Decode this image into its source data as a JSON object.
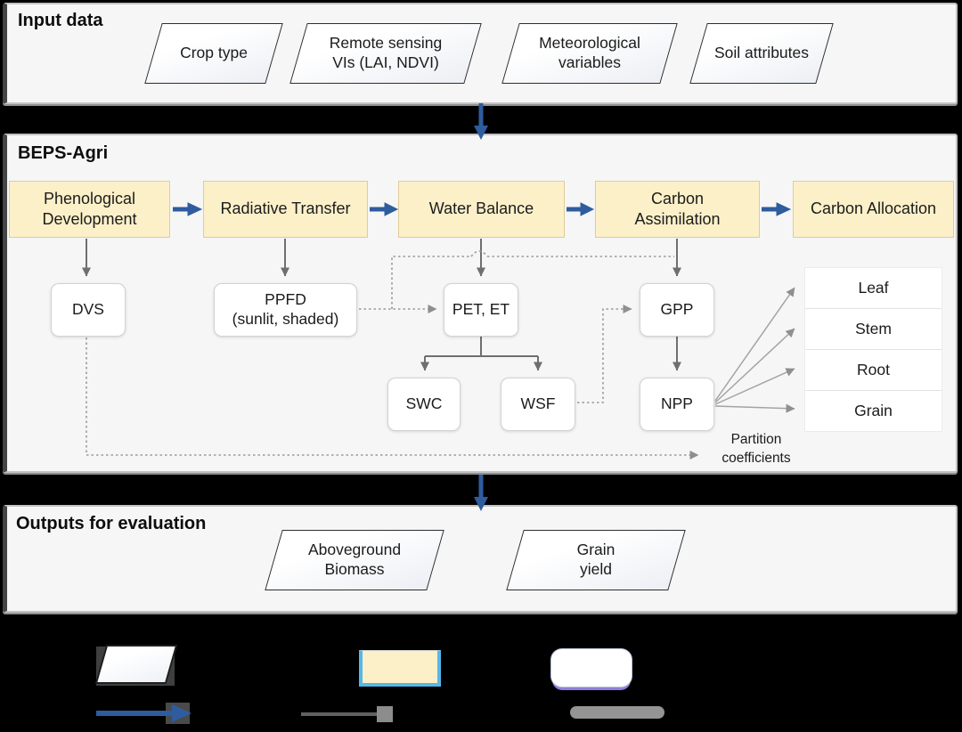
{
  "colors": {
    "accent_blue": "#2e5c9e",
    "module_fill": "#fcf0c9",
    "panel_bg": "#f6f6f6",
    "connector_gray": "#7a7a7a",
    "legend_highlight_blue": "#56b7e9"
  },
  "input_section": {
    "title": "Input data",
    "items": [
      "Crop type",
      "Remote sensing\nVIs (LAI, NDVI)",
      "Meteorological\nvariables",
      "Soil attributes"
    ]
  },
  "beps_section": {
    "title": "BEPS-Agri",
    "modules": [
      "Phenological\nDevelopment",
      "Radiative Transfer",
      "Water Balance",
      "Carbon\nAssimilation",
      "Carbon Allocation"
    ],
    "variables": {
      "dvs": "DVS",
      "ppfd": "PPFD\n(sunlit, shaded)",
      "pet_et": "PET, ET",
      "gpp": "GPP",
      "swc": "SWC",
      "wsf": "WSF",
      "npp": "NPP"
    },
    "pools": [
      "Leaf",
      "Stem",
      "Root",
      "Grain"
    ],
    "partition_note": "Partition\ncoefficients"
  },
  "outputs_section": {
    "title": "Outputs for evaluation",
    "items": [
      "Aboveground\nBiomass",
      "Grain\nyield"
    ]
  },
  "legend": {
    "icons": [
      "input-parallelogram-icon",
      "module-rect-icon",
      "variable-rounded-icon",
      "blue-flow-arrow-icon",
      "gray-solid-line-icon",
      "gray-dashed-line-icon"
    ]
  }
}
